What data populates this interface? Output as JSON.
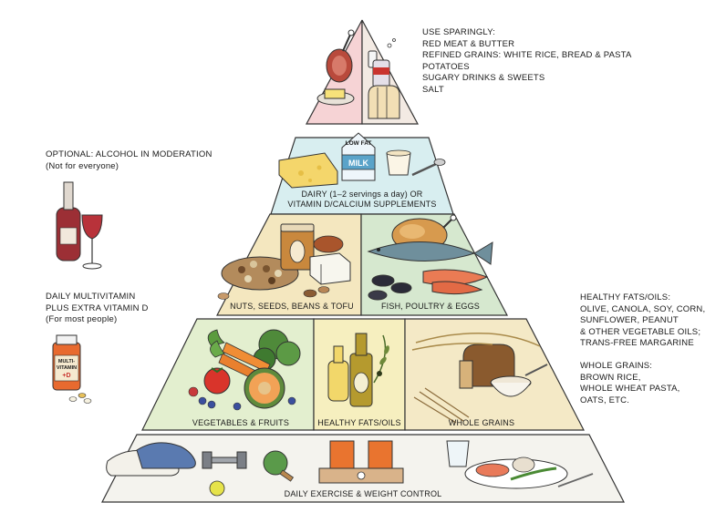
{
  "top_tier": {
    "heading": "USE SPARINGLY:",
    "items": [
      "RED MEAT & BUTTER",
      "REFINED GRAINS: WHITE RICE, BREAD & PASTA",
      "POTATOES",
      "SUGARY DRINKS & SWEETS",
      "SALT"
    ]
  },
  "dairy_tier": {
    "label_line1": "DAIRY (1–2 servings a day) OR",
    "label_line2": "VITAMIN D/CALCIUM SUPPLEMENTS",
    "carton_top": "LOW FAT",
    "carton_word": "MILK"
  },
  "protein_tier": {
    "left_label": "NUTS, SEEDS, BEANS & TOFU",
    "right_label": "FISH, POULTRY & EGGS"
  },
  "plant_tier": {
    "left_label": "VEGETABLES & FRUITS",
    "middle_label": "HEALTHY FATS/OILS",
    "right_label": "WHOLE GRAINS"
  },
  "base_tier": {
    "label": "DAILY EXERCISE & WEIGHT CONTROL"
  },
  "side_notes": {
    "alcohol": {
      "line1": "OPTIONAL: ALCOHOL IN MODERATION",
      "line2": "(Not for everyone)"
    },
    "multivitamin": {
      "line1": "DAILY MULTIVITAMIN",
      "line2": "PLUS EXTRA VITAMIN D",
      "line3": "(For most people)",
      "bottle_label_1": "MULTI-",
      "bottle_label_2": "VITAMIN",
      "bottle_label_3": "+D"
    },
    "healthy_fats": {
      "lines": [
        "HEALTHY FATS/OILS:",
        "OLIVE, CANOLA, SOY, CORN,",
        "SUNFLOWER, PEANUT",
        "& OTHER VEGETABLE OILS;",
        "TRANS-FREE MARGARINE"
      ]
    },
    "whole_grains": {
      "lines": [
        "WHOLE GRAINS:",
        "BROWN RICE,",
        "WHOLE WHEAT PASTA,",
        "OATS, ETC."
      ]
    }
  },
  "colors": {
    "top_left": "#f6d3d5",
    "top_right": "#f3eae3",
    "dairy": "#d8eef0",
    "nuts": "#f4e7bf",
    "fish": "#d6e8cf",
    "vegetables": "#e3efcf",
    "fats": "#f6efbf",
    "grains": "#f4e9c6",
    "base": "#f4f3ee",
    "outline": "#333333"
  },
  "icons": [
    "meat-icon",
    "butter-icon",
    "soda-can-icon",
    "bread-icon",
    "salt-shaker-icon",
    "cheese-icon",
    "milk-carton-icon",
    "yogurt-icon",
    "spoon-icon",
    "wine-bottle-icon",
    "wine-glass-icon",
    "vitamin-bottle-icon",
    "pills-icon",
    "nuts-pile-icon",
    "peanut-jar-icon",
    "tofu-icon",
    "chicken-icon",
    "fish-icon",
    "salmon-fillet-icon",
    "mussels-icon",
    "carrots-icon",
    "broccoli-icon",
    "tomato-icon",
    "melon-icon",
    "berries-icon",
    "oil-bottle-icon",
    "olive-branch-icon",
    "bread-loaf-icon",
    "wheat-icon",
    "rice-bowl-icon",
    "sneakers-icon",
    "dumbbell-icon",
    "ping-pong-icon",
    "bathroom-scale-icon",
    "water-glass-icon",
    "dinner-plate-icon"
  ]
}
